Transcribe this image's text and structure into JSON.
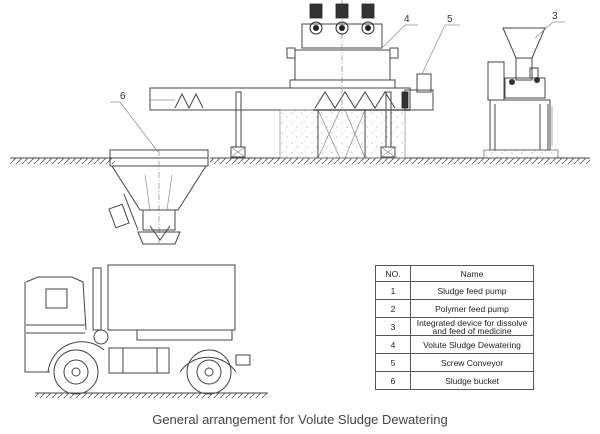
{
  "caption": "General arrangement for Volute Sludge Dewatering",
  "callouts": [
    {
      "no": "3",
      "target": "integrated-device"
    },
    {
      "no": "4",
      "target": "volute-dewatering"
    },
    {
      "no": "5",
      "target": "screw-conveyor-motor"
    },
    {
      "no": "6",
      "target": "sludge-bucket"
    }
  ],
  "legend": {
    "headers": {
      "no": "NO.",
      "name": "Name"
    },
    "rows": [
      {
        "no": "1",
        "name": "Sludge feed pump"
      },
      {
        "no": "2",
        "name": "Polymer feed pump"
      },
      {
        "no": "3",
        "name": "Integrated device for dissolve and feed of medicine"
      },
      {
        "no": "4",
        "name": "Volute Sludge Dewatering"
      },
      {
        "no": "5",
        "name": "Screw Conveyor"
      },
      {
        "no": "6",
        "name": "Sludge bucket"
      }
    ]
  }
}
